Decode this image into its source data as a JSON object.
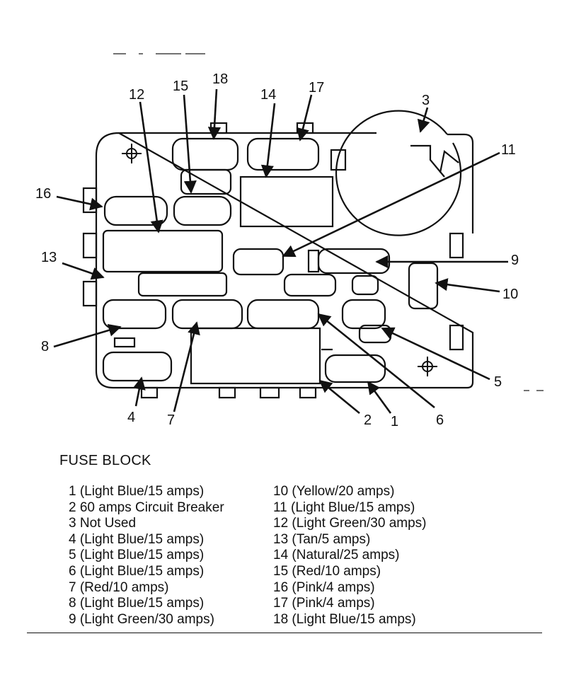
{
  "title": "FUSE BLOCK",
  "callouts": [
    "1",
    "2",
    "3",
    "4",
    "5",
    "6",
    "7",
    "8",
    "9",
    "10",
    "11",
    "12",
    "13",
    "14",
    "15",
    "16",
    "17",
    "18"
  ],
  "legend_left": [
    "1 (Light Blue/15 amps)",
    "2 60 amps Circuit Breaker",
    "3 Not Used",
    "4 (Light Blue/15 amps)",
    "5 (Light Blue/15 amps)",
    "6 (Light Blue/15 amps)",
    "7 (Red/10 amps)",
    "8 (Light Blue/15 amps)",
    "9 (Light Green/30 amps)"
  ],
  "legend_right": [
    "10 (Yellow/20 amps)",
    "11 (Light Blue/15 amps)",
    "12 (Light Green/30 amps)",
    "13 (Tan/5 amps)",
    "14 (Natural/25 amps)",
    "15 (Red/10 amps)",
    "16 (Pink/4 amps)",
    "17 (Pink/4 amps)",
    "18 (Light Blue/15 amps)"
  ]
}
